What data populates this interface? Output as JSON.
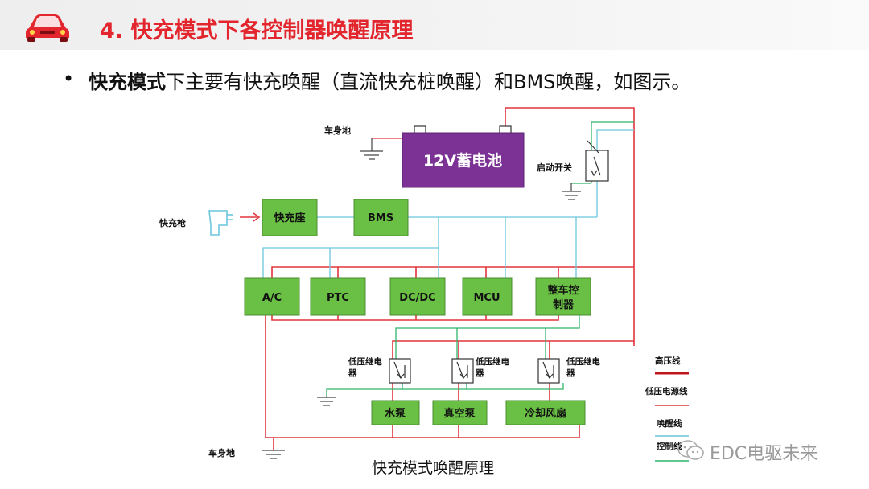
{
  "header": {
    "title": "4. 快充模式下各控制器唤醒原理"
  },
  "bullet": {
    "bold": "快充模式",
    "rest": "下主要有快充唤醒（直流快充桩唤醒）和BMS唤醒，如图示。"
  },
  "diagram": {
    "battery": "12V蓄电池",
    "body_ground_top": "车身地",
    "body_ground_bottom": "车身地",
    "start_switch": "启动开关",
    "charge_gun": "快充枪",
    "charge_port": "快充座",
    "bms": "BMS",
    "controllers": {
      "ac": "A/C",
      "ptc": "PTC",
      "dcdc": "DC/DC",
      "mcu": "MCU",
      "vcu_line1": "整车控",
      "vcu_line2": "制器"
    },
    "relays": {
      "r1_line1": "低压继电",
      "r1_line2": "器",
      "r2_line1": "低压继电",
      "r2_line2": "器",
      "r3_line1": "低压继电",
      "r3_line2": "器"
    },
    "loads": {
      "pump": "水泵",
      "vacuum_pump": "真空泵",
      "fan": "冷却风扇"
    },
    "caption": "快充模式唤醒原理",
    "legend": {
      "high_voltage": "高压线",
      "low_voltage_power": "低压电源线",
      "wake": "唤醒线",
      "control": "控制线"
    },
    "colors": {
      "high_voltage": "#c0161b",
      "low_voltage_power": "#e0363c",
      "wake": "#6cc6dc",
      "control": "#2fb36a",
      "box_green": "#6abf45",
      "battery_purple": "#7b3294"
    }
  },
  "watermark": {
    "text": "EDC电驱未来"
  }
}
